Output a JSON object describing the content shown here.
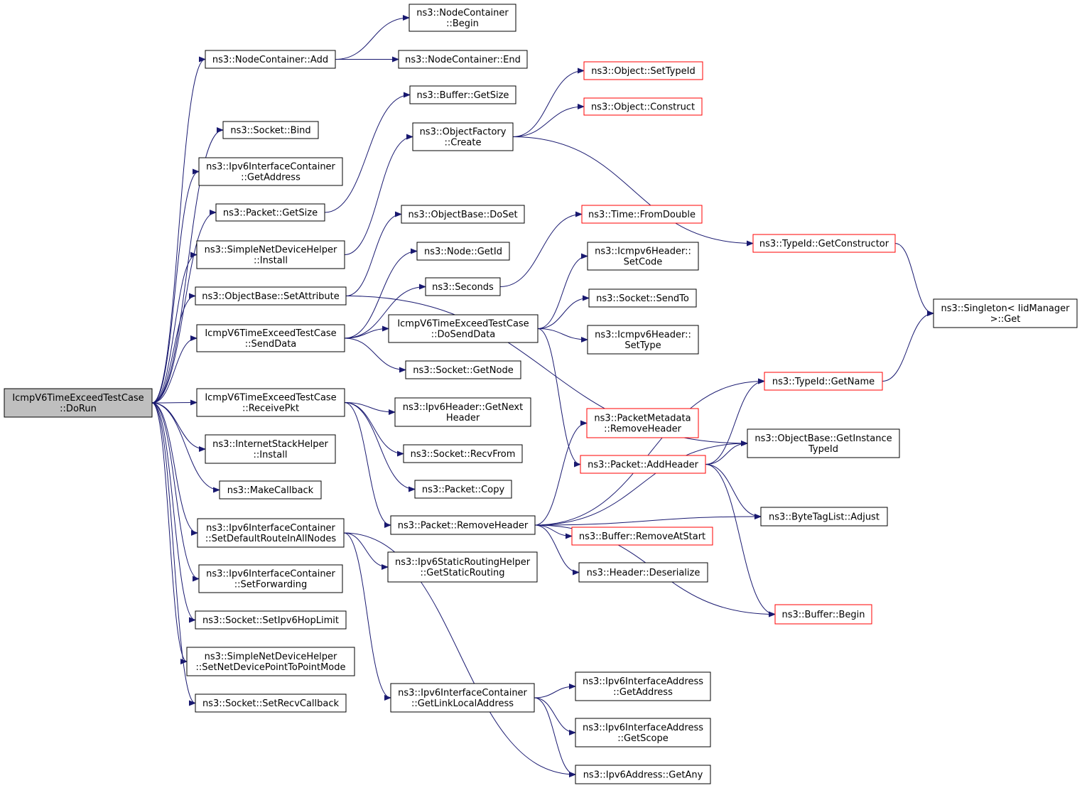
{
  "colors": {
    "edge": "#191970",
    "node_border": "#000000",
    "truncated_border": "#ff0000",
    "root_fill": "#bfbfbf",
    "node_fill": "#ffffff"
  },
  "nodes": [
    {
      "id": "dorun",
      "lines": [
        "IcmpV6TimeExceedTestCase",
        "::DoRun"
      ],
      "style": "root"
    },
    {
      "id": "nc_add",
      "lines": [
        "ns3::NodeContainer::Add"
      ],
      "style": "normal"
    },
    {
      "id": "nc_begin",
      "lines": [
        "ns3::NodeContainer",
        "::Begin"
      ],
      "style": "normal"
    },
    {
      "id": "nc_end",
      "lines": [
        "ns3::NodeContainer::End"
      ],
      "style": "normal"
    },
    {
      "id": "sock_bind",
      "lines": [
        "ns3::Socket::Bind"
      ],
      "style": "normal"
    },
    {
      "id": "ipv6ic_getaddr",
      "lines": [
        "ns3::Ipv6InterfaceContainer",
        "::GetAddress"
      ],
      "style": "normal"
    },
    {
      "id": "pkt_getsize",
      "lines": [
        "ns3::Packet::GetSize"
      ],
      "style": "normal"
    },
    {
      "id": "sndh_install",
      "lines": [
        "ns3::SimpleNetDeviceHelper",
        "::Install"
      ],
      "style": "normal"
    },
    {
      "id": "ob_setattr",
      "lines": [
        "ns3::ObjectBase::SetAttribute"
      ],
      "style": "normal"
    },
    {
      "id": "senddata",
      "lines": [
        "IcmpV6TimeExceedTestCase",
        "::SendData"
      ],
      "style": "normal"
    },
    {
      "id": "receivepkt",
      "lines": [
        "IcmpV6TimeExceedTestCase",
        "::ReceivePkt"
      ],
      "style": "normal"
    },
    {
      "id": "ish_install",
      "lines": [
        "ns3::InternetStackHelper",
        "::Install"
      ],
      "style": "normal"
    },
    {
      "id": "makecallback",
      "lines": [
        "ns3::MakeCallback"
      ],
      "style": "normal"
    },
    {
      "id": "ipv6ic_setdefroute",
      "lines": [
        "ns3::Ipv6InterfaceContainer",
        "::SetDefaultRouteInAllNodes"
      ],
      "style": "normal"
    },
    {
      "id": "ipv6ic_setfwd",
      "lines": [
        "ns3::Ipv6InterfaceContainer",
        "::SetForwarding"
      ],
      "style": "normal"
    },
    {
      "id": "sock_sethop",
      "lines": [
        "ns3::Socket::SetIpv6HopLimit"
      ],
      "style": "normal"
    },
    {
      "id": "sndh_setp2p",
      "lines": [
        "ns3::SimpleNetDeviceHelper",
        "::SetNetDevicePointToPointMode"
      ],
      "style": "normal"
    },
    {
      "id": "sock_setrecvcb",
      "lines": [
        "ns3::Socket::SetRecvCallback"
      ],
      "style": "normal"
    },
    {
      "id": "buf_getsize",
      "lines": [
        "ns3::Buffer::GetSize"
      ],
      "style": "normal"
    },
    {
      "id": "of_create",
      "lines": [
        "ns3::ObjectFactory",
        "::Create"
      ],
      "style": "normal"
    },
    {
      "id": "obj_settypeid",
      "lines": [
        "ns3::Object::SetTypeId"
      ],
      "style": "truncated"
    },
    {
      "id": "obj_construct",
      "lines": [
        "ns3::Object::Construct"
      ],
      "style": "truncated"
    },
    {
      "id": "ob_doset",
      "lines": [
        "ns3::ObjectBase::DoSet"
      ],
      "style": "normal"
    },
    {
      "id": "node_getid",
      "lines": [
        "ns3::Node::GetId"
      ],
      "style": "normal"
    },
    {
      "id": "seconds",
      "lines": [
        "ns3::Seconds"
      ],
      "style": "normal"
    },
    {
      "id": "time_fromdouble",
      "lines": [
        "ns3::Time::FromDouble"
      ],
      "style": "truncated"
    },
    {
      "id": "dosenddata",
      "lines": [
        "IcmpV6TimeExceedTestCase",
        "::DoSendData"
      ],
      "style": "normal"
    },
    {
      "id": "icmp_setcode",
      "lines": [
        "ns3::Icmpv6Header::",
        "SetCode"
      ],
      "style": "normal"
    },
    {
      "id": "sock_sendto",
      "lines": [
        "ns3::Socket::SendTo"
      ],
      "style": "normal"
    },
    {
      "id": "icmp_settype",
      "lines": [
        "ns3::Icmpv6Header::",
        "SetType"
      ],
      "style": "normal"
    },
    {
      "id": "sock_getnode",
      "lines": [
        "ns3::Socket::GetNode"
      ],
      "style": "normal"
    },
    {
      "id": "ipv6h_getnext",
      "lines": [
        "ns3::Ipv6Header::GetNext",
        "Header"
      ],
      "style": "normal"
    },
    {
      "id": "sock_recvfrom",
      "lines": [
        "ns3::Socket::RecvFrom"
      ],
      "style": "normal"
    },
    {
      "id": "pkt_copy",
      "lines": [
        "ns3::Packet::Copy"
      ],
      "style": "normal"
    },
    {
      "id": "pkt_removeheader",
      "lines": [
        "ns3::Packet::RemoveHeader"
      ],
      "style": "normal"
    },
    {
      "id": "ipv6srh_getstatic",
      "lines": [
        "ns3::Ipv6StaticRoutingHelper",
        "::GetStaticRouting"
      ],
      "style": "normal"
    },
    {
      "id": "ipv6ic_getlinklocal",
      "lines": [
        "ns3::Ipv6InterfaceContainer",
        "::GetLinkLocalAddress"
      ],
      "style": "normal"
    },
    {
      "id": "typeid_getctor",
      "lines": [
        "ns3::TypeId::GetConstructor"
      ],
      "style": "truncated"
    },
    {
      "id": "singleton_get",
      "lines": [
        "ns3::Singleton< IidManager",
        ">::Get"
      ],
      "style": "normal"
    },
    {
      "id": "typeid_getname",
      "lines": [
        "ns3::TypeId::GetName"
      ],
      "style": "truncated"
    },
    {
      "id": "pm_removeheader",
      "lines": [
        "ns3::PacketMetadata",
        "::RemoveHeader"
      ],
      "style": "truncated"
    },
    {
      "id": "ob_getinsttypeid",
      "lines": [
        "ns3::ObjectBase::GetInstance",
        "TypeId"
      ],
      "style": "normal"
    },
    {
      "id": "pkt_addheader",
      "lines": [
        "ns3::Packet::AddHeader"
      ],
      "style": "truncated"
    },
    {
      "id": "btl_adjust",
      "lines": [
        "ns3::ByteTagList::Adjust"
      ],
      "style": "normal"
    },
    {
      "id": "buf_removeatstart",
      "lines": [
        "ns3::Buffer::RemoveAtStart"
      ],
      "style": "truncated"
    },
    {
      "id": "hdr_deserialize",
      "lines": [
        "ns3::Header::Deserialize"
      ],
      "style": "normal"
    },
    {
      "id": "buf_begin",
      "lines": [
        "ns3::Buffer::Begin"
      ],
      "style": "truncated"
    },
    {
      "id": "ipv6ia_getaddr",
      "lines": [
        "ns3::Ipv6InterfaceAddress",
        "::GetAddress"
      ],
      "style": "normal"
    },
    {
      "id": "ipv6ia_getscope",
      "lines": [
        "ns3::Ipv6InterfaceAddress",
        "::GetScope"
      ],
      "style": "normal"
    },
    {
      "id": "ipv6addr_getany",
      "lines": [
        "ns3::Ipv6Address::GetAny"
      ],
      "style": "normal"
    }
  ],
  "edges": [
    [
      "dorun",
      "nc_add"
    ],
    [
      "dorun",
      "sock_bind"
    ],
    [
      "dorun",
      "ipv6ic_getaddr"
    ],
    [
      "dorun",
      "pkt_getsize"
    ],
    [
      "dorun",
      "sndh_install"
    ],
    [
      "dorun",
      "ob_setattr"
    ],
    [
      "dorun",
      "senddata"
    ],
    [
      "dorun",
      "receivepkt"
    ],
    [
      "dorun",
      "ish_install"
    ],
    [
      "dorun",
      "makecallback"
    ],
    [
      "dorun",
      "ipv6ic_setdefroute"
    ],
    [
      "dorun",
      "ipv6ic_setfwd"
    ],
    [
      "dorun",
      "sock_sethop"
    ],
    [
      "dorun",
      "sndh_setp2p"
    ],
    [
      "dorun",
      "sock_setrecvcb"
    ],
    [
      "nc_add",
      "nc_begin"
    ],
    [
      "nc_add",
      "nc_end"
    ],
    [
      "pkt_getsize",
      "buf_getsize"
    ],
    [
      "sndh_install",
      "of_create"
    ],
    [
      "of_create",
      "obj_settypeid"
    ],
    [
      "of_create",
      "obj_construct"
    ],
    [
      "of_create",
      "typeid_getctor"
    ],
    [
      "ob_setattr",
      "ob_doset"
    ],
    [
      "ob_setattr",
      "ob_getinsttypeid"
    ],
    [
      "senddata",
      "node_getid"
    ],
    [
      "senddata",
      "seconds"
    ],
    [
      "senddata",
      "dosenddata"
    ],
    [
      "senddata",
      "sock_getnode"
    ],
    [
      "seconds",
      "time_fromdouble"
    ],
    [
      "dosenddata",
      "icmp_setcode"
    ],
    [
      "dosenddata",
      "sock_sendto"
    ],
    [
      "dosenddata",
      "icmp_settype"
    ],
    [
      "dosenddata",
      "pkt_addheader"
    ],
    [
      "receivepkt",
      "ipv6h_getnext"
    ],
    [
      "receivepkt",
      "sock_recvfrom"
    ],
    [
      "receivepkt",
      "pkt_copy"
    ],
    [
      "receivepkt",
      "pkt_removeheader"
    ],
    [
      "pkt_removeheader",
      "typeid_getname"
    ],
    [
      "pkt_removeheader",
      "pm_removeheader"
    ],
    [
      "pkt_removeheader",
      "ob_getinsttypeid"
    ],
    [
      "pkt_removeheader",
      "buf_removeatstart"
    ],
    [
      "pkt_removeheader",
      "hdr_deserialize"
    ],
    [
      "pkt_removeheader",
      "btl_adjust"
    ],
    [
      "pkt_removeheader",
      "buf_begin"
    ],
    [
      "pkt_addheader",
      "typeid_getname"
    ],
    [
      "pkt_addheader",
      "ob_getinsttypeid"
    ],
    [
      "pkt_addheader",
      "btl_adjust"
    ],
    [
      "pkt_addheader",
      "buf_begin"
    ],
    [
      "typeid_getctor",
      "singleton_get"
    ],
    [
      "typeid_getname",
      "singleton_get"
    ],
    [
      "ipv6ic_setdefroute",
      "ipv6srh_getstatic"
    ],
    [
      "ipv6ic_setdefroute",
      "ipv6ic_getlinklocal"
    ],
    [
      "ipv6ic_setdefroute",
      "ipv6addr_getany"
    ],
    [
      "ipv6ic_getlinklocal",
      "ipv6ia_getaddr"
    ],
    [
      "ipv6ic_getlinklocal",
      "ipv6ia_getscope"
    ],
    [
      "ipv6ic_getlinklocal",
      "ipv6addr_getany"
    ]
  ]
}
